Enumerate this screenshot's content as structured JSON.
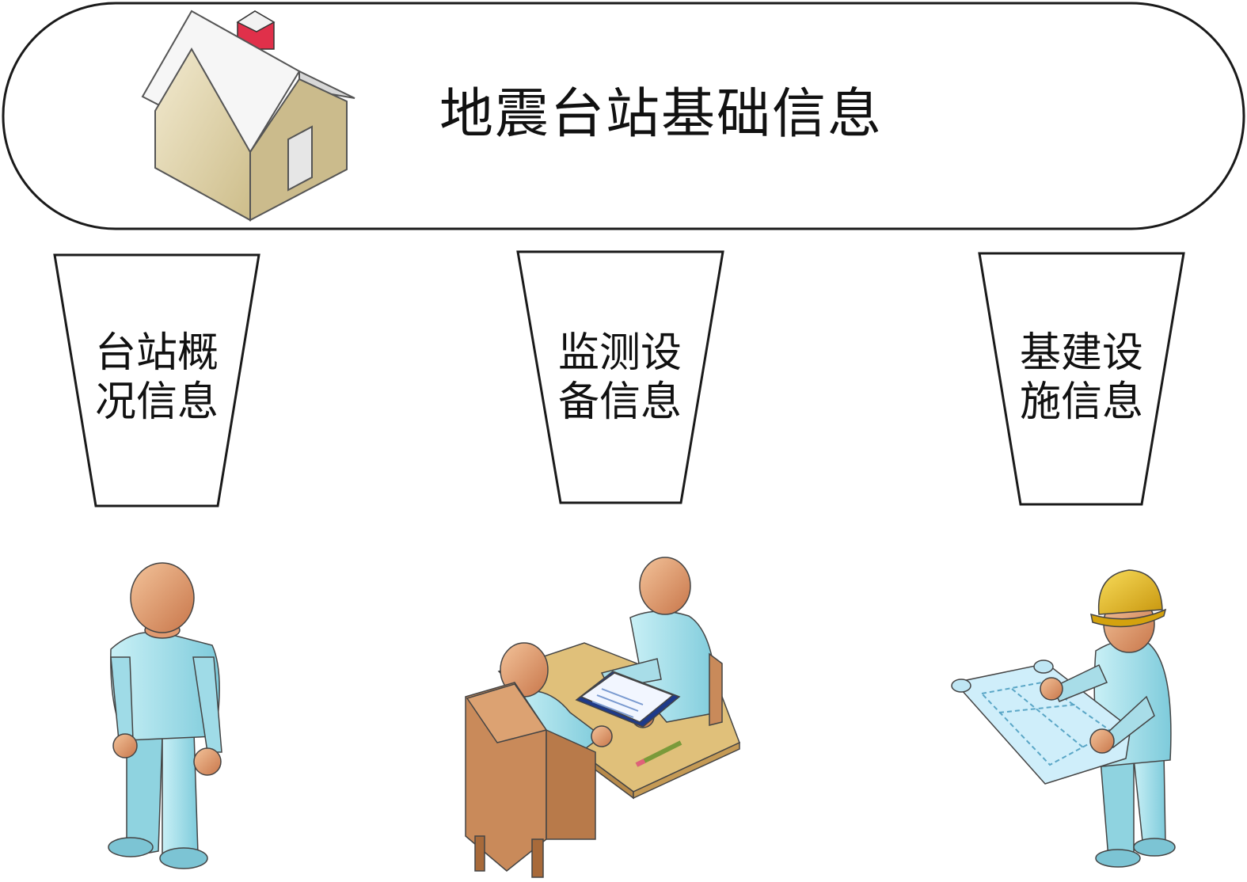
{
  "header": {
    "title": "地震台站基础信息",
    "icon": "house-icon"
  },
  "categories": [
    {
      "line1": "台站概",
      "line2": "况信息",
      "figure": "standing-person-icon"
    },
    {
      "line1": "监测设",
      "line2": "备信息",
      "figure": "meeting-at-desk-icon"
    },
    {
      "line1": "基建设",
      "line2": "施信息",
      "figure": "engineer-with-blueprint-icon"
    }
  ],
  "colors": {
    "outline": "#1a1a1a",
    "skin": "#d9905a",
    "clothing": "#a9e0ea",
    "desk": "#e0c07a",
    "chair": "#c98a5a",
    "helmet": "#e8b820",
    "blueprint": "#cfeefa",
    "house_wall": "#e8dcb5",
    "house_roof": "#f4f4f4",
    "chimney": "#e0304a"
  }
}
